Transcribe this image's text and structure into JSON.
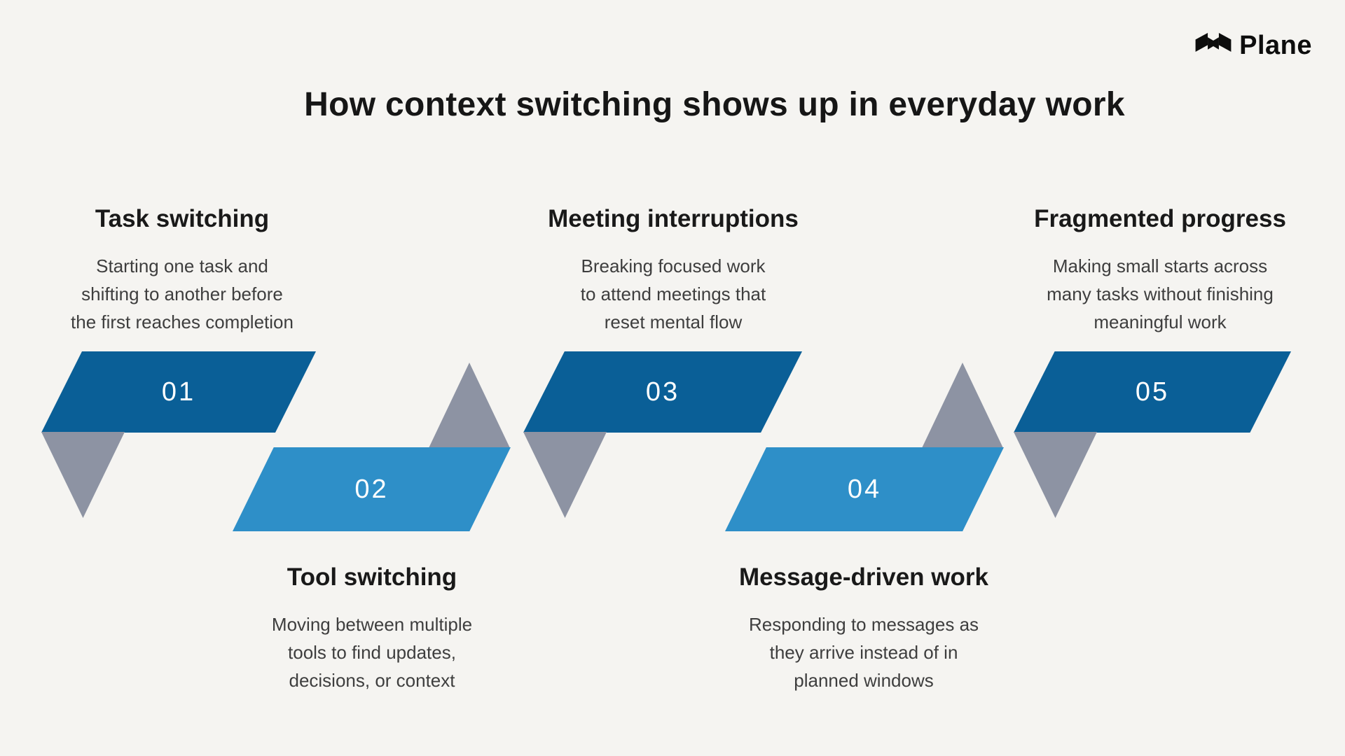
{
  "brand": {
    "name": "Plane"
  },
  "title": "How context switching shows up in everyday work",
  "colors": {
    "background": "#f5f4f1",
    "dark_blue": "#0a5f97",
    "light_blue": "#2e8fc8",
    "gray": "#8d93a3",
    "number_text": "#ffffff"
  },
  "steps": [
    {
      "number": "01",
      "title": "Task switching",
      "row": "top",
      "color": "#0a5f97",
      "lines": [
        "Starting one task and",
        "shifting to another before",
        "the first reaches completion"
      ]
    },
    {
      "number": "02",
      "title": "Tool switching",
      "row": "bottom",
      "color": "#2e8fc8",
      "lines": [
        "Moving between multiple",
        "tools to find updates,",
        "decisions, or context"
      ]
    },
    {
      "number": "03",
      "title": "Meeting interruptions",
      "row": "top",
      "color": "#0a5f97",
      "lines": [
        "Breaking focused work",
        "to attend meetings that",
        "reset mental flow"
      ]
    },
    {
      "number": "04",
      "title": "Message-driven work",
      "row": "bottom",
      "color": "#2e8fc8",
      "lines": [
        "Responding to messages as",
        "they arrive instead of in",
        "planned windows"
      ]
    },
    {
      "number": "05",
      "title": "Fragmented progress",
      "row": "top",
      "color": "#0a5f97",
      "lines": [
        "Making small starts across",
        "many tasks without finishing",
        "meaningful work"
      ]
    }
  ]
}
